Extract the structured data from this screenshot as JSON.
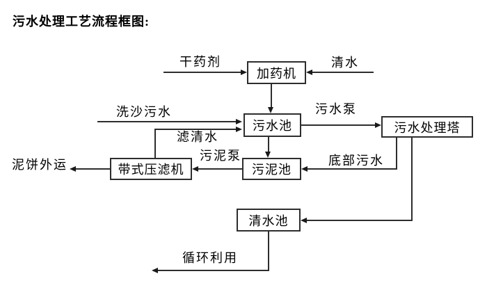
{
  "title": "污水处理工艺流程框图:",
  "colors": {
    "background": "#ffffff",
    "line": "#2d2d2d",
    "arrowhead": "#1a1a1a",
    "text": "#000000"
  },
  "diagram": {
    "type": "flowchart",
    "nodes": {
      "dosing_machine": {
        "label": "加药机"
      },
      "sewage_pool": {
        "label": "污水池"
      },
      "treatment_tower": {
        "label": "污水处理塔"
      },
      "belt_filter_press": {
        "label": "带式压滤机"
      },
      "sludge_pool": {
        "label": "污泥池"
      },
      "clean_water_pool": {
        "label": "清水池"
      }
    },
    "flow_labels": {
      "dry_chemical": {
        "text": "干药剂"
      },
      "clean_water": {
        "text": "清水"
      },
      "sand_washing_sewage": {
        "text": "洗沙污水"
      },
      "sewage_pump": {
        "text": "污水泵"
      },
      "filtered_water": {
        "text": "滤清水"
      },
      "sludge_pump": {
        "text": "污泥泵"
      },
      "bottom_sewage": {
        "text": "底部污水"
      },
      "mud_cake_outbound": {
        "text": "泥饼外运"
      },
      "recycle_use": {
        "text": "循环利用"
      }
    },
    "flows": [
      {
        "from": "干药剂",
        "to": "加药机"
      },
      {
        "from": "清水",
        "to": "加药机"
      },
      {
        "from": "加药机",
        "to": "污水池"
      },
      {
        "from": "洗沙污水",
        "to": "污水池"
      },
      {
        "from": "带式压滤机",
        "to": "污水池",
        "via": "滤清水"
      },
      {
        "from": "污水池",
        "to": "污水处理塔",
        "via": "污水泵"
      },
      {
        "from": "污水池",
        "to": "污泥池"
      },
      {
        "from": "污泥池",
        "to": "带式压滤机",
        "via": "污泥泵"
      },
      {
        "from": "带式压滤机",
        "to": "泥饼外运"
      },
      {
        "from": "污水处理塔",
        "to": "污泥池",
        "via": "底部污水"
      },
      {
        "from": "污水处理塔",
        "to": "清水池"
      },
      {
        "from": "清水池",
        "to": "循环利用"
      }
    ]
  }
}
